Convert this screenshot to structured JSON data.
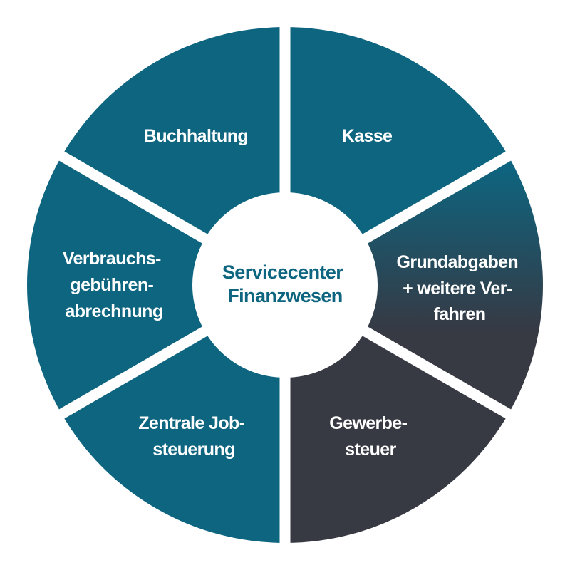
{
  "diagram": {
    "center": {
      "lines": [
        "Servicecenter",
        "Finanzwesen"
      ]
    },
    "segments": [
      {
        "id": "buchhaltung",
        "lines": [
          "Buchhaltung"
        ]
      },
      {
        "id": "kasse",
        "lines": [
          "Kasse"
        ]
      },
      {
        "id": "grundabgaben",
        "lines": [
          "Grundabgaben",
          "+ weitere Ver-",
          "fahren"
        ]
      },
      {
        "id": "gewerbesteuer",
        "lines": [
          "Gewerbe-",
          "steuer"
        ]
      },
      {
        "id": "zentrale-jobsteuerung",
        "lines": [
          "Zentrale Job-",
          "steuerung"
        ]
      },
      {
        "id": "verbrauchsgebuehrenabrechnung",
        "lines": [
          "Verbrauchs-",
          "gebühren-",
          "abrechnung"
        ]
      }
    ],
    "colors": {
      "teal": "#0d6580",
      "dark": "#373943",
      "background": "#ffffff"
    }
  }
}
